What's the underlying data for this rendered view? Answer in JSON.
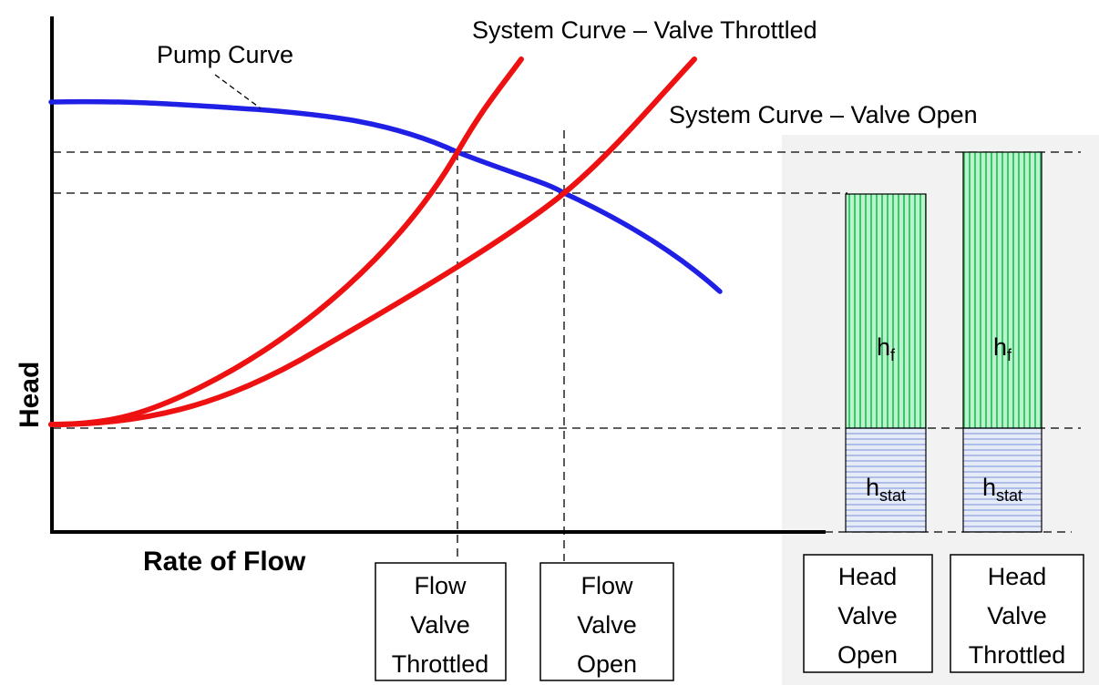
{
  "axes": {
    "x_label": "Rate of Flow",
    "y_label": "Head"
  },
  "curves": {
    "pump": {
      "label": "Pump Curve",
      "color": "#1f1fe6"
    },
    "system_throttled": {
      "label": "System Curve – Valve Throttled",
      "color": "#ee1111"
    },
    "system_open": {
      "label": "System Curve – Valve Open",
      "color": "#ee1111"
    }
  },
  "flow_boxes": [
    {
      "lines": [
        "Flow",
        "Valve",
        "Throttled"
      ]
    },
    {
      "lines": [
        "Flow",
        "Valve",
        "Open"
      ]
    }
  ],
  "head_bars": [
    {
      "friction_label": "h",
      "friction_sub": "f",
      "static_label": "h",
      "static_sub": "stat",
      "caption": [
        "Head",
        "Valve",
        "Open"
      ]
    },
    {
      "friction_label": "h",
      "friction_sub": "f",
      "static_label": "h",
      "static_sub": "stat",
      "caption": [
        "Head",
        "Valve",
        "Throttled"
      ]
    }
  ],
  "colors": {
    "friction_fill": "#bff0cf",
    "friction_stripe": "#33cc66",
    "static_fill": "#e6ebf8",
    "static_stripe": "#b0bde6",
    "panel_bg": "#f2f2f2"
  }
}
